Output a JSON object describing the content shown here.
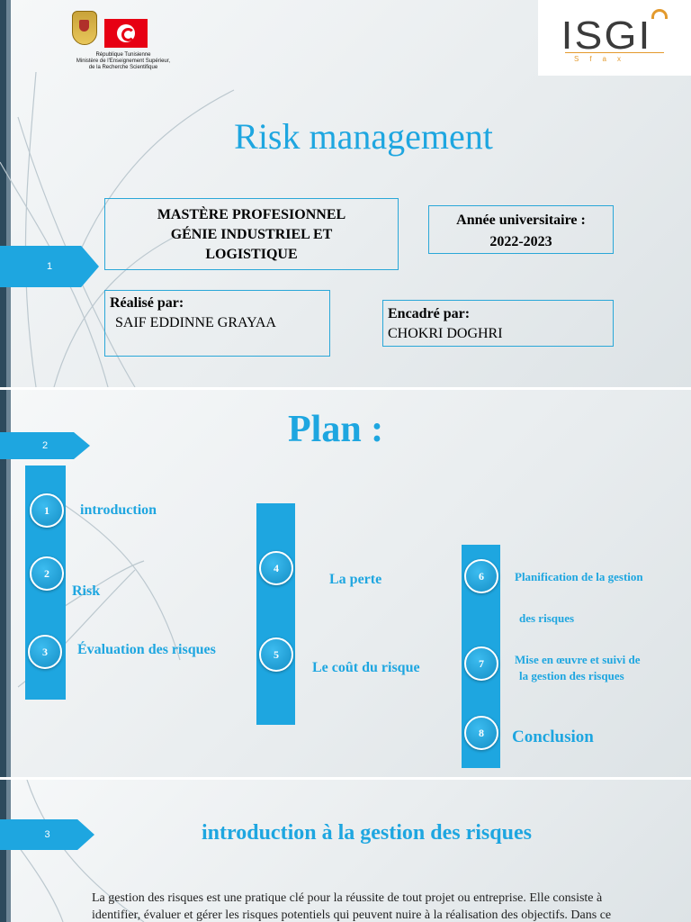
{
  "slide1": {
    "number": "1",
    "ministry": [
      "République Tunisienne",
      "Ministère de l'Enseignement Supérieur,",
      "de la Recherche Scientifique"
    ],
    "isg_logo": {
      "text": "ISGI",
      "sub": "Sfax"
    },
    "title": "Risk management",
    "master": [
      "MASTÈRE PROFESIONNEL",
      "GÉNIE INDUSTRIEL ET",
      "LOGISTIQUE"
    ],
    "annee_label": "Année universitaire :",
    "annee_value": "2022-2023",
    "realise_label": "Réalisé par:",
    "realise_name": "SAIF EDDINNE GRAYAA",
    "encadre_label": "Encadré par:",
    "encadre_name": "CHOKRI DOGHRI"
  },
  "slide2": {
    "number": "2",
    "title": "Plan :",
    "items": [
      {
        "n": "1",
        "label": "introduction"
      },
      {
        "n": "2",
        "label": "Risk"
      },
      {
        "n": "3",
        "label": "Évaluation des risques"
      },
      {
        "n": "4",
        "label": "La perte"
      },
      {
        "n": "5",
        "label": "Le coût du risque"
      },
      {
        "n": "6",
        "label": "Planification de la gestion",
        "label2": "des risques"
      },
      {
        "n": "7",
        "label": "Mise en œuvre et suivi de",
        "label2": "la gestion des risques"
      },
      {
        "n": "8",
        "label": "Conclusion"
      }
    ]
  },
  "slide3": {
    "number": "3",
    "title": "introduction à la gestion des risques",
    "bullet": "",
    "paragraph_lines": [
      "La gestion des risques est une pratique clé pour la réussite de tout projet ou entreprise. Elle consiste à",
      "identifier, évaluer et gérer les risques potentiels qui peuvent nuire à la réalisation des objectifs. Dans ce"
    ]
  },
  "colors": {
    "accent": "#1ea6e0",
    "sidebar": "#2d4a5c",
    "isg_orange": "#e39a2d",
    "flag_red": "#e70013"
  }
}
